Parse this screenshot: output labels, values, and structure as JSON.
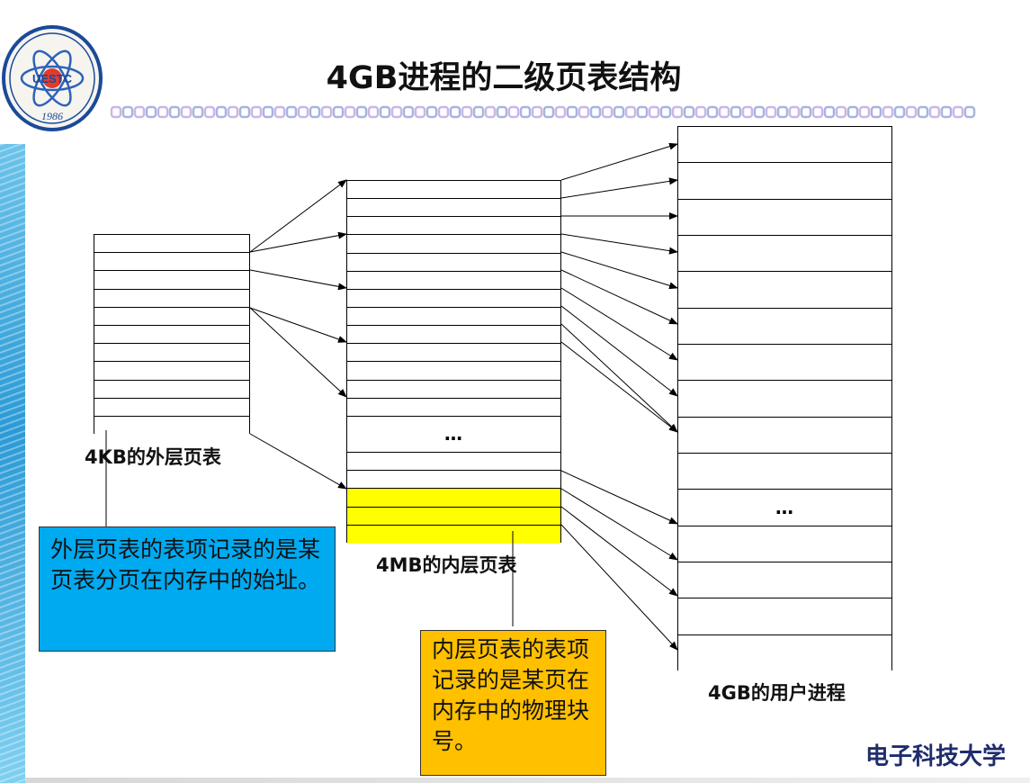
{
  "title": "4GB进程的二级页表结构",
  "logo": {
    "text": "UESTC",
    "year": "1986"
  },
  "outer_table": {
    "label": "4KB的外层页表",
    "rows": 11
  },
  "inner_table": {
    "label": "4MB的内层页表",
    "ellipsis": "…",
    "rows_before_ellipsis": 13,
    "rows_after_ellipsis": 2,
    "highlighted_rows": 3,
    "highlight_color": "#ffff00"
  },
  "user_table": {
    "label": "4GB的用户进程",
    "ellipsis": "…",
    "rows_before_ellipsis": 10,
    "rows_after_ellipsis": 4
  },
  "notes": {
    "outer": "外层页表的表项记录的是某页表分页在内存中的始址。",
    "outer_color": "#00aaf0",
    "inner": "内层页表的表项记录的是某页在内存中的物理块号。",
    "inner_color": "#ffc000"
  },
  "footer": {
    "school": "电子科技大学",
    "school_color": "#1f2d6e"
  }
}
